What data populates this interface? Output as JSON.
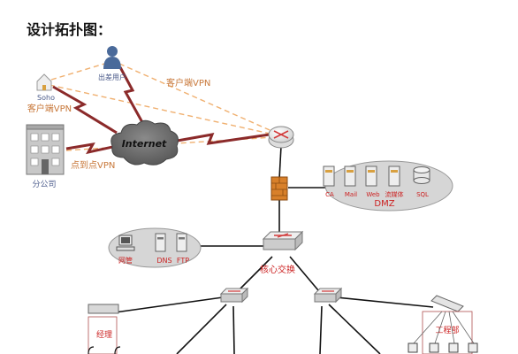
{
  "heading": "设计拓扑图：",
  "labels": {
    "mobile_user": "出差用户",
    "client_vpn_top": "客户端VPN",
    "soho": "Soho",
    "client_vpn_left": "客户端VPN",
    "internet": "Internet",
    "p2p_vpn": "点到点VPN",
    "branch": "分公司",
    "dmz": "DMZ",
    "core_switch": "核心交换",
    "manager": "经理",
    "engineering": "工程部"
  },
  "dmz_servers": [
    "CA",
    "Mail",
    "Web",
    "流媒体",
    "SQL"
  ],
  "mgmt_nodes": [
    "网管",
    "DNS",
    "FTP"
  ],
  "colors": {
    "vpn_dashed": "#f0b070",
    "wan_link": "#8b2a2a",
    "label_orange": "#c8783a",
    "label_red": "#cc2222",
    "label_blue": "#4a5a8a",
    "zone_fill": "#d6d6d6",
    "cloud": "#707070",
    "router": "#d23a3a",
    "firewall": "#d8802a"
  }
}
